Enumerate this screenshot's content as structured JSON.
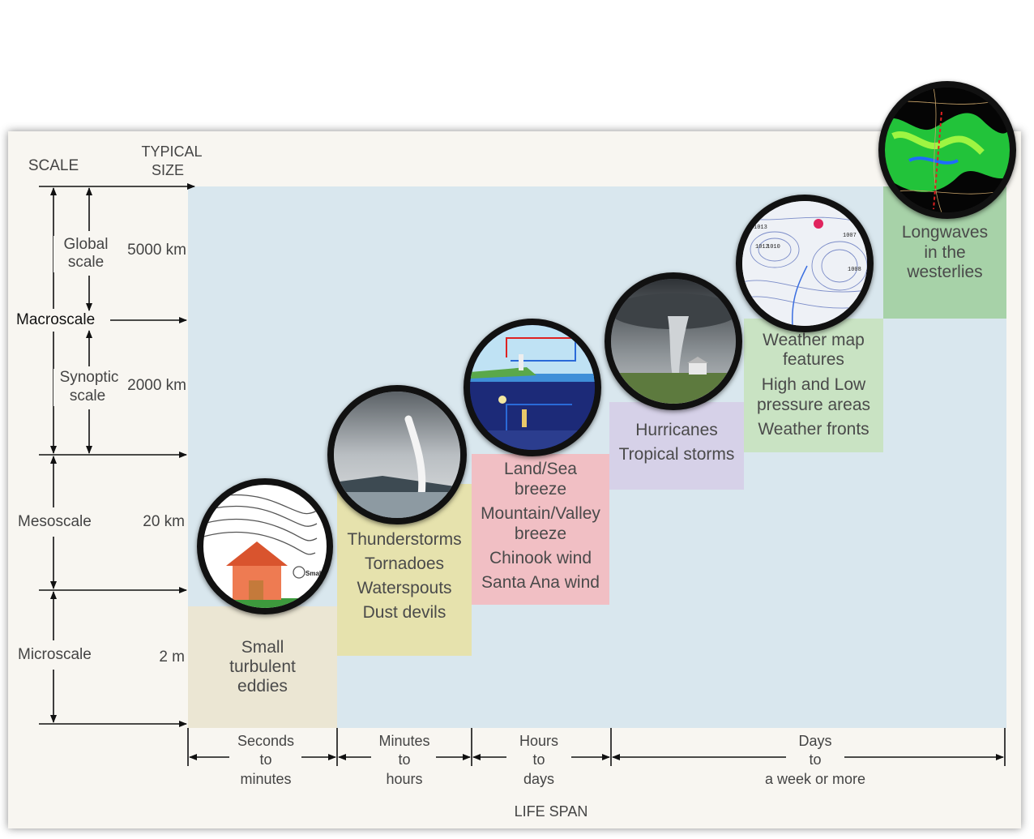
{
  "header": {
    "scale": "SCALE",
    "typical_size_line1": "TYPICAL",
    "typical_size_line2": "SIZE"
  },
  "scales": {
    "global_line1": "Global",
    "global_line2": "scale",
    "macroscale": "Macroscale",
    "synoptic_line1": "Synoptic",
    "synoptic_line2": "scale",
    "mesoscale": "Mesoscale",
    "microscale": "Microscale"
  },
  "sizes": {
    "s5000": "5000 km",
    "s2000": "2000 km",
    "s20": "20 km",
    "s2": "2 m"
  },
  "phenomena": {
    "micro": [
      "Small",
      "turbulent",
      "eddies"
    ],
    "storms": [
      "Thunderstorms",
      "Tornadoes",
      "Waterspouts",
      "Dust devils"
    ],
    "breezes": [
      "Land/Sea",
      "breeze",
      "Mountain/Valley",
      "breeze",
      "Chinook wind",
      "Santa Ana wind"
    ],
    "hurricanes": [
      "Hurricanes",
      "Tropical storms"
    ],
    "weather_map": [
      "Weather map",
      "features",
      "High and Low",
      "pressure areas",
      "Weather fronts"
    ],
    "longwaves": [
      "Longwaves",
      "in the",
      "westerlies"
    ]
  },
  "lifespan": {
    "seconds": [
      "Seconds",
      "to",
      "minutes"
    ],
    "minutes": [
      "Minutes",
      "to",
      "hours"
    ],
    "hours": [
      "Hours",
      "to",
      "days"
    ],
    "days": [
      "Days",
      "to",
      "a week or more"
    ],
    "axis_title": "LIFE SPAN"
  },
  "inset_labels": {
    "eddies": "Small eddies",
    "map_numbers": [
      "1013",
      "1012",
      "1010",
      "1007",
      "1008"
    ]
  },
  "colors": {
    "plot_bg": "#d9e7ee",
    "micro": "#ebe6d3",
    "storms": "#e6e2ad",
    "breezes": "#f1bfc4",
    "hurricanes": "#d6d1e8",
    "weather_map": "#c9e3c3",
    "longwaves": "#a7d2a8"
  }
}
